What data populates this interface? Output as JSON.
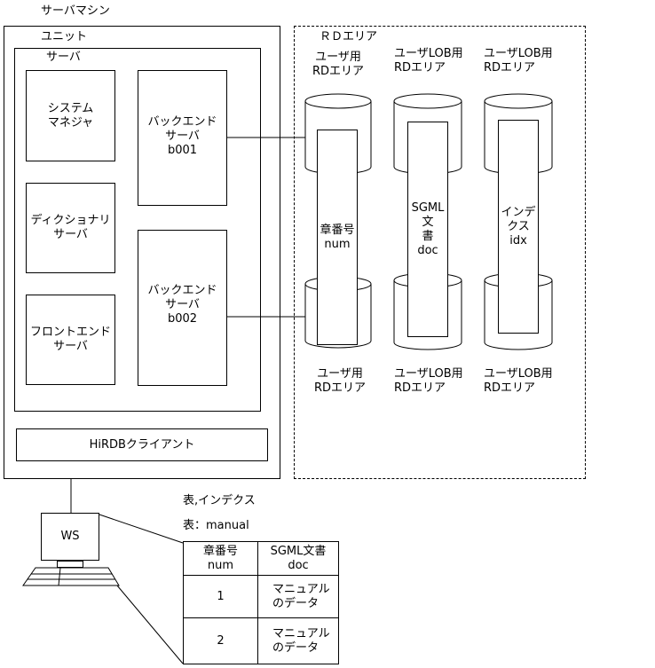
{
  "server_machine": {
    "label": "サーバマシン"
  },
  "unit": {
    "label": "ユニット"
  },
  "server": {
    "label": "サーバ"
  },
  "system_manager": {
    "line1": "システム",
    "line2": "マネジャ"
  },
  "dictionary_server": {
    "line1": "ディクショナリ",
    "line2": "サーバ"
  },
  "frontend_server": {
    "line1": "フロントエンド",
    "line2": "サーバ"
  },
  "backend1": {
    "line1": "バックエンド",
    "line2": "サーバ",
    "line3": "b001"
  },
  "backend2": {
    "line1": "バックエンド",
    "line2": "サーバ",
    "line3": "b002"
  },
  "hirdb_client": {
    "label": "HiRDBクライアント"
  },
  "rd_area": {
    "label": "ＲＤエリア"
  },
  "cylinders": {
    "user_top": {
      "line1": "ユーザ用",
      "line2": "RDエリア"
    },
    "lob_doc_top": {
      "line1": "ユーザLOB用",
      "line2": "RDエリア"
    },
    "lob_idx_top": {
      "line1": "ユーザLOB用",
      "line2": "RDエリア"
    },
    "user_bottom": {
      "line1": "ユーザ用",
      "line2": "RDエリア"
    },
    "lob_doc_bottom": {
      "line1": "ユーザLOB用",
      "line2": "RDエリア"
    },
    "lob_idx_bottom": {
      "line1": "ユーザLOB用",
      "line2": "RDエリア"
    },
    "num_column": {
      "line1": "章番号",
      "line2": "num"
    },
    "doc_column": {
      "line1": "SGML文",
      "line2": "書",
      "line3": "doc"
    },
    "idx_column": {
      "line1": "インデ",
      "line2": "クス",
      "line3": "idx"
    }
  },
  "ws": {
    "label": "WS"
  },
  "table_index_heading": "表,インデクス",
  "table_name": "表：manual",
  "table": {
    "headers": [
      {
        "line1": "章番号",
        "line2": "num"
      },
      {
        "line1": "SGML文書",
        "line2": "doc"
      }
    ],
    "rows": [
      {
        "num": "1",
        "doc_line1": "マニュアル",
        "doc_line2": "のデータ"
      },
      {
        "num": "2",
        "doc_line1": "マニュアル",
        "doc_line2": "のデータ"
      }
    ]
  }
}
